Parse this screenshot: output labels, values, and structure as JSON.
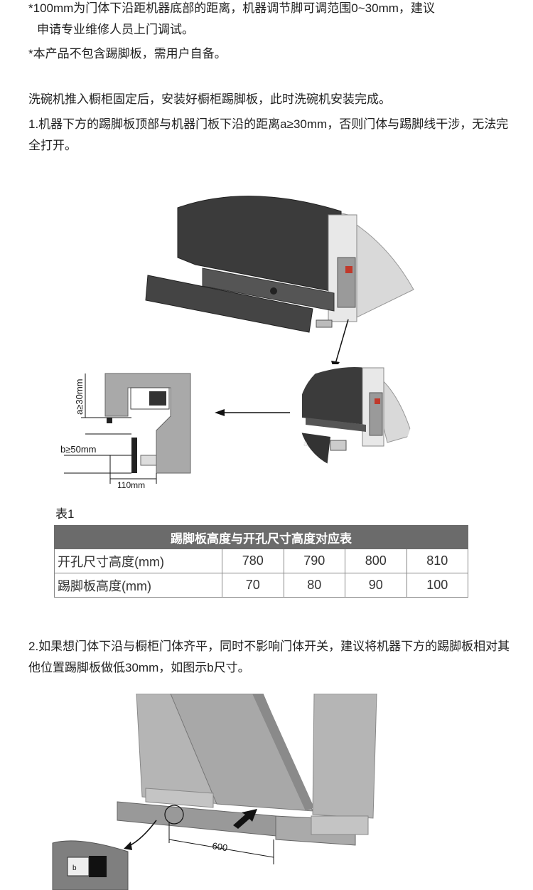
{
  "notes": {
    "line1": "*100mm为门体下沿距机器底部的距离，机器调节脚可调范围0~30mm，建议",
    "line2": "申请专业维修人员上门调试。",
    "line3": "*本产品不包含踢脚板，需用户自备。"
  },
  "install": {
    "intro": "洗碗机推入橱柜固定后，安装好橱柜踢脚板，此时洗碗机安装完成。",
    "step1": "1.机器下方的踢脚板顶部与机器门板下沿的距离a≥30mm，否则门体与踢脚线干涉，无法完全打开。",
    "step2": "2.如果想门体下沿与橱柜门体齐平，同时不影响门体开关，建议将机器下方的踢脚板相对其他位置踢脚板做低30mm，如图示b尺寸。"
  },
  "diagram1": {
    "dim_a": "a≥30mm",
    "dim_b": "b≥50mm",
    "dim_width": "110mm",
    "knob_mark": "a"
  },
  "table": {
    "caption": "表1",
    "title": "踢脚板高度与开孔尺寸高度对应表",
    "rows": [
      {
        "label": "开孔尺寸高度(mm)",
        "values": [
          "780",
          "790",
          "800",
          "810"
        ]
      },
      {
        "label": "踢脚板高度(mm)",
        "values": [
          "70",
          "80",
          "90",
          "100"
        ]
      }
    ]
  },
  "diagram2": {
    "dim_600": "600",
    "dim_b": "b"
  }
}
